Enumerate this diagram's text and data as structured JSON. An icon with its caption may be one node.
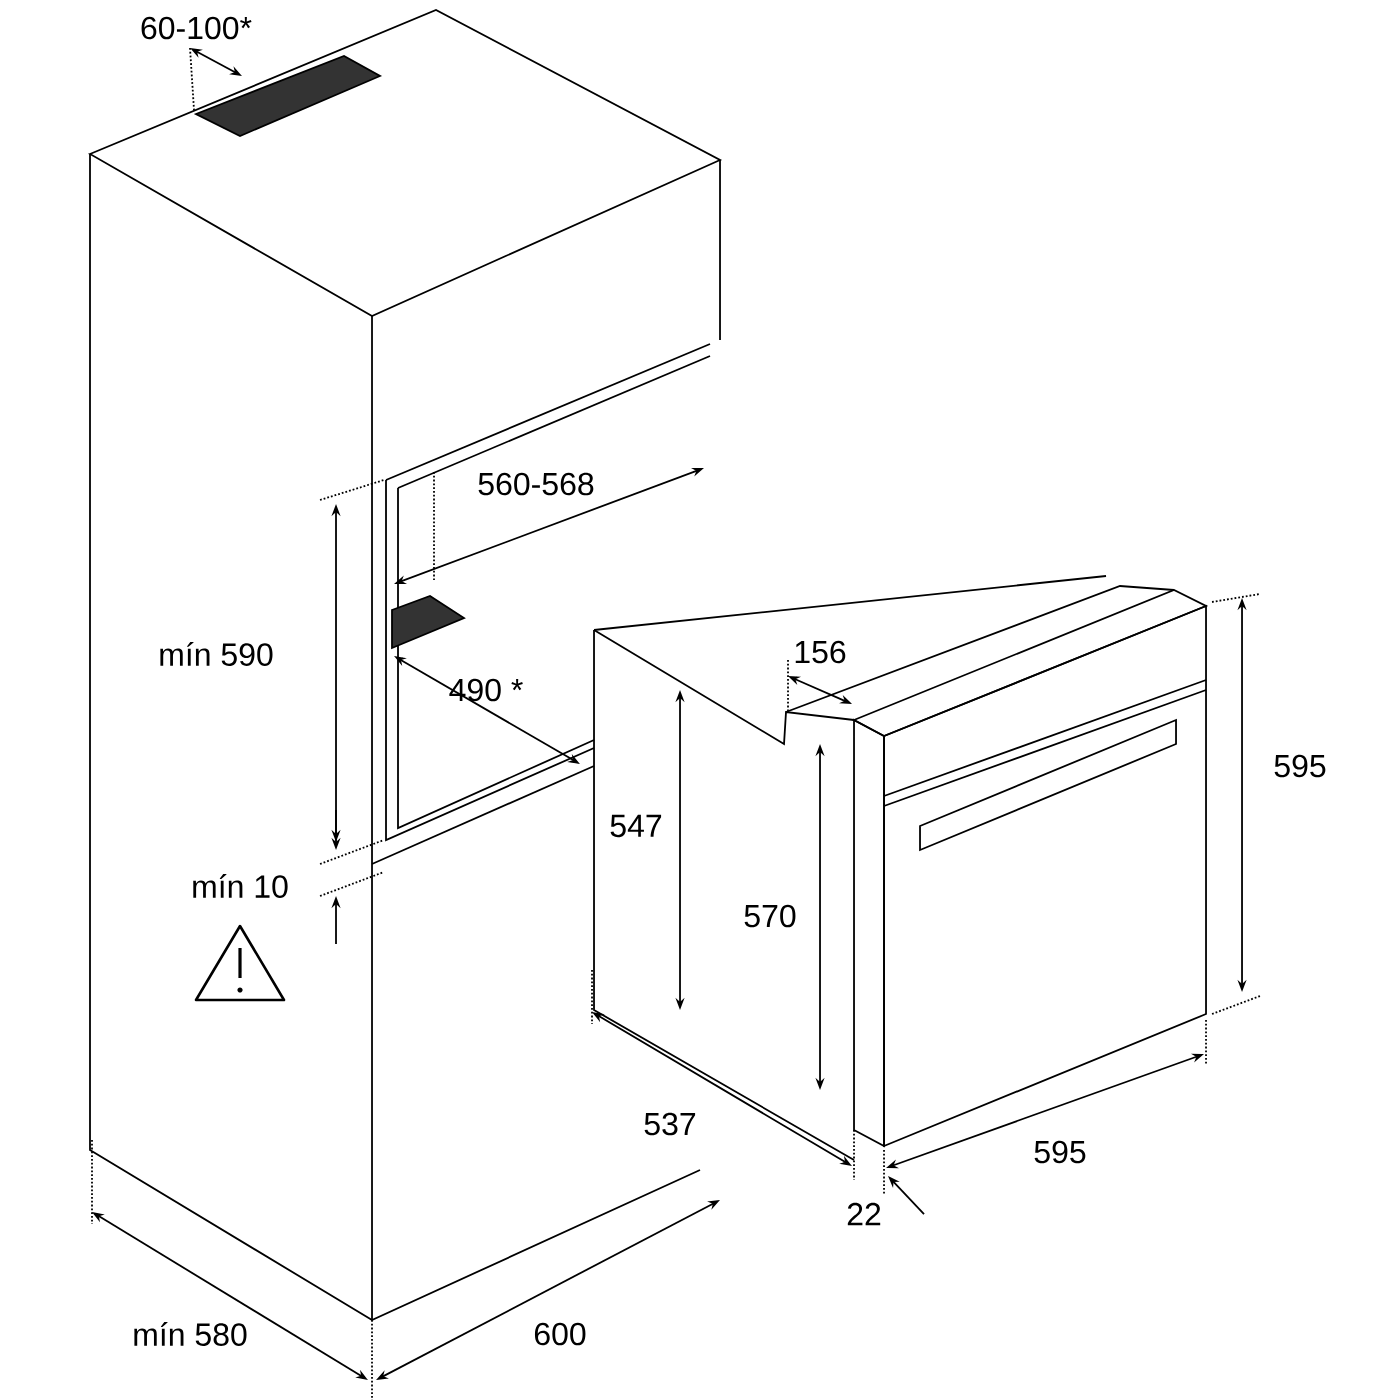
{
  "diagram": {
    "labels": [
      "60-100*",
      "560-568",
      "mín 590",
      "490 *",
      "156",
      "547",
      "595",
      "570",
      "mín 10",
      "537",
      "595",
      "22",
      "mín 580",
      "600"
    ]
  }
}
